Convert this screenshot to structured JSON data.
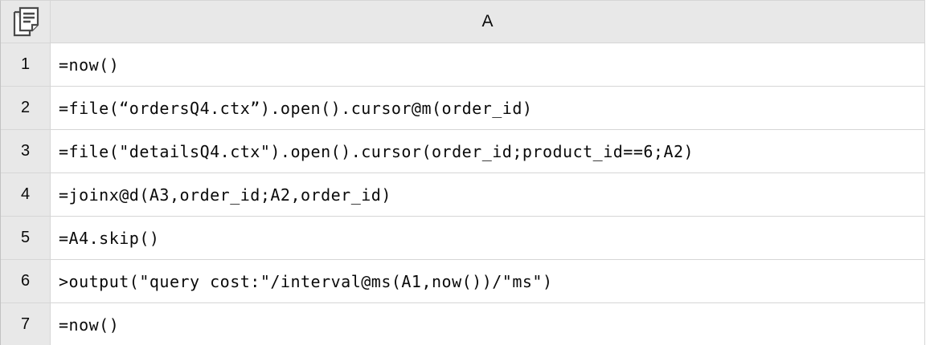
{
  "header": {
    "corner_icon": "copy-pages-icon",
    "column_label": "A"
  },
  "grid": {
    "rows": [
      {
        "num": "1",
        "code": "=now()"
      },
      {
        "num": "2",
        "code": "=file(“ordersQ4.ctx”).open().cursor@m(order_id)"
      },
      {
        "num": "3",
        "code": "=file(\"detailsQ4.ctx\").open().cursor(order_id;product_id==6;A2)"
      },
      {
        "num": "4",
        "code": "=joinx@d(A3,order_id;A2,order_id)"
      },
      {
        "num": "5",
        "code": "=A4.skip()"
      },
      {
        "num": "6",
        "code": ">output(\"query cost:\"/interval@ms(A1,now())/\"ms\")"
      },
      {
        "num": "7",
        "code": "=now()"
      }
    ]
  },
  "colors": {
    "header_bg": "#e8e8e8",
    "cell_bg": "#ffffff",
    "grid_line": "#d6d6d6",
    "outer_border": "#c2c2c2",
    "text": "#0a0a0a",
    "icon": "#4a4a4a"
  }
}
